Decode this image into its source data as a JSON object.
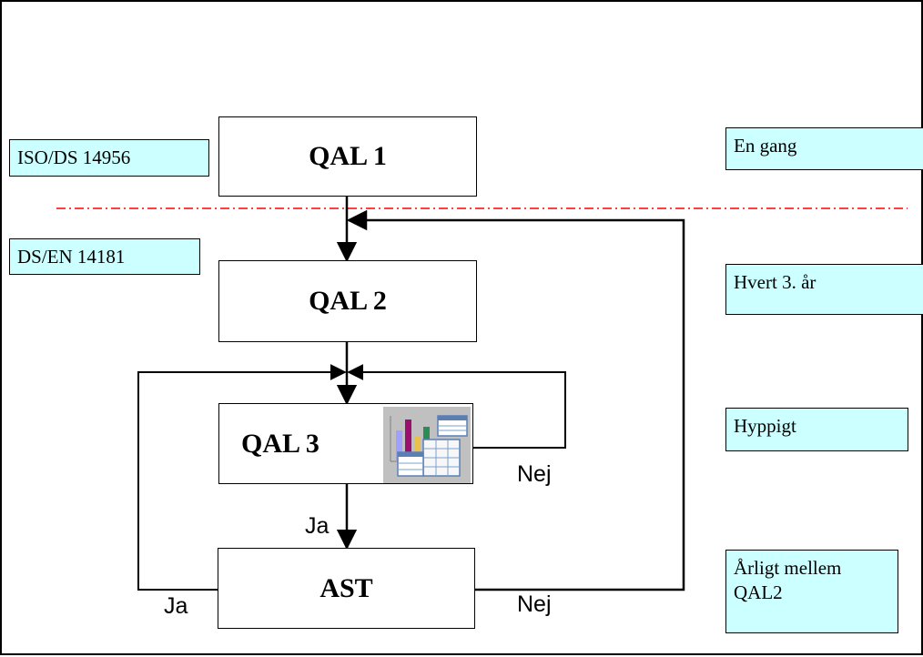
{
  "flow": {
    "qal1": "QAL 1",
    "qal2": "QAL 2",
    "qal3": "QAL 3",
    "ast": "AST"
  },
  "standards": {
    "iso": "ISO/DS 14956",
    "en": "DS/EN 14181"
  },
  "frequencies": {
    "once": "En gang",
    "every3": "Hvert 3. år",
    "frequent": "Hyppigt",
    "yearly": "Årligt mellem QAL2"
  },
  "edge_labels": {
    "qal3_nej": "Nej",
    "qal3_ja": "Ja",
    "ast_ja": "Ja",
    "ast_nej": "Nej"
  },
  "icon": "spreadsheet-chart-icon",
  "colors": {
    "note_fill": "#ccffff",
    "dashed_line": "#ff0000"
  }
}
